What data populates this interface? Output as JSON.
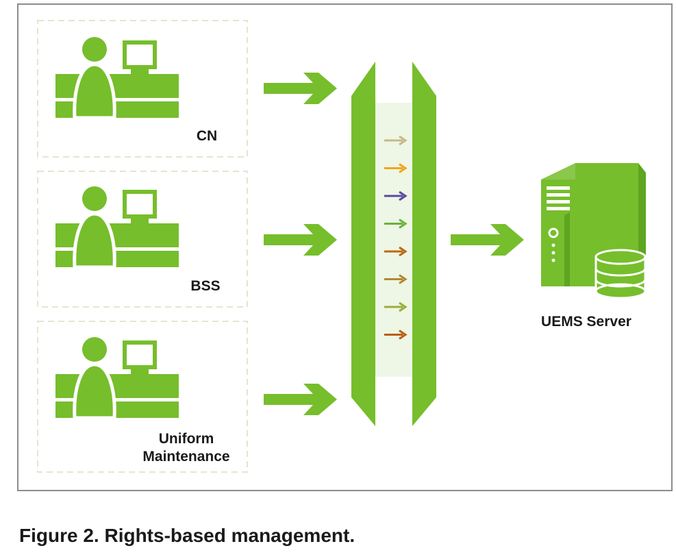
{
  "terminals": [
    {
      "id": "cn",
      "label_lines": [
        "CN"
      ]
    },
    {
      "id": "bss",
      "label_lines": [
        "BSS"
      ]
    },
    {
      "id": "um",
      "label_lines": [
        "Uniform",
        "Maintenance"
      ]
    }
  ],
  "server": {
    "label": "UEMS Server"
  },
  "channel_arrow_colors": [
    "#c8b88a",
    "#f2a51c",
    "#5a4aa0",
    "#6ab23e",
    "#b86a10",
    "#b08a2e",
    "#9aae3a",
    "#b8600e"
  ],
  "colors": {
    "accent": "#76be2c",
    "channel_fill": "#eef6e6",
    "frame": "#8c8c8c",
    "dashed_border": "#dde9cf"
  },
  "caption": "Figure 2. Rights-based management."
}
